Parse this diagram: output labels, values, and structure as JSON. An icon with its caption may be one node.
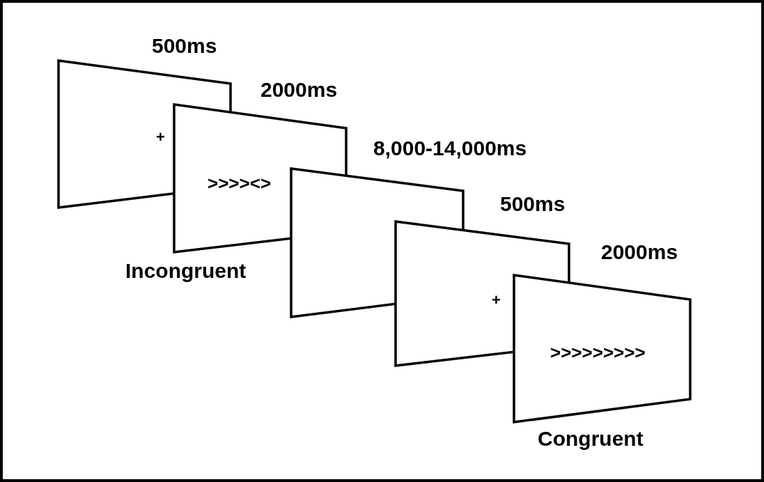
{
  "diagram": {
    "nodes": [
      {
        "text": [
          "+"
        ],
        "beside": [
          "500ms"
        ]
      },
      {
        "text": [
          ">>>><>"
        ],
        "beside": [
          "2000ms",
          "Incongruent"
        ]
      },
      {
        "text": [],
        "shape": "box",
        "beside": [
          "8,000-14,000ms"
        ]
      },
      {
        "text": [
          "+"
        ],
        "beside": [
          "500ms"
        ]
      },
      {
        "text": [
          ">>>>>>>>>"
        ],
        "beside": [
          "2000ms",
          "Congruent"
        ]
      }
    ]
  }
}
